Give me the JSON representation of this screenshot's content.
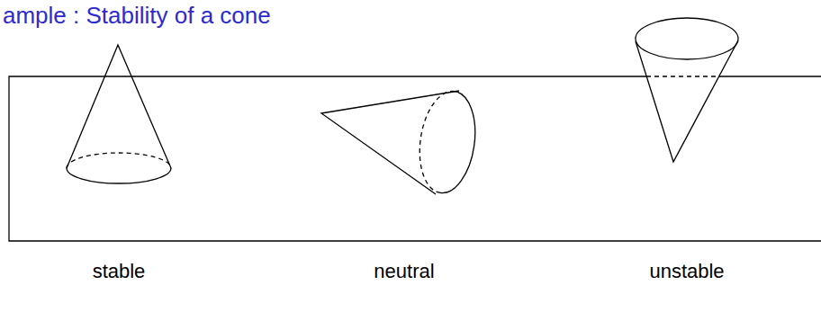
{
  "diagram": {
    "title": "ample : Stability of a cone",
    "labels": [
      "stable",
      "neutral",
      "unstable"
    ]
  }
}
